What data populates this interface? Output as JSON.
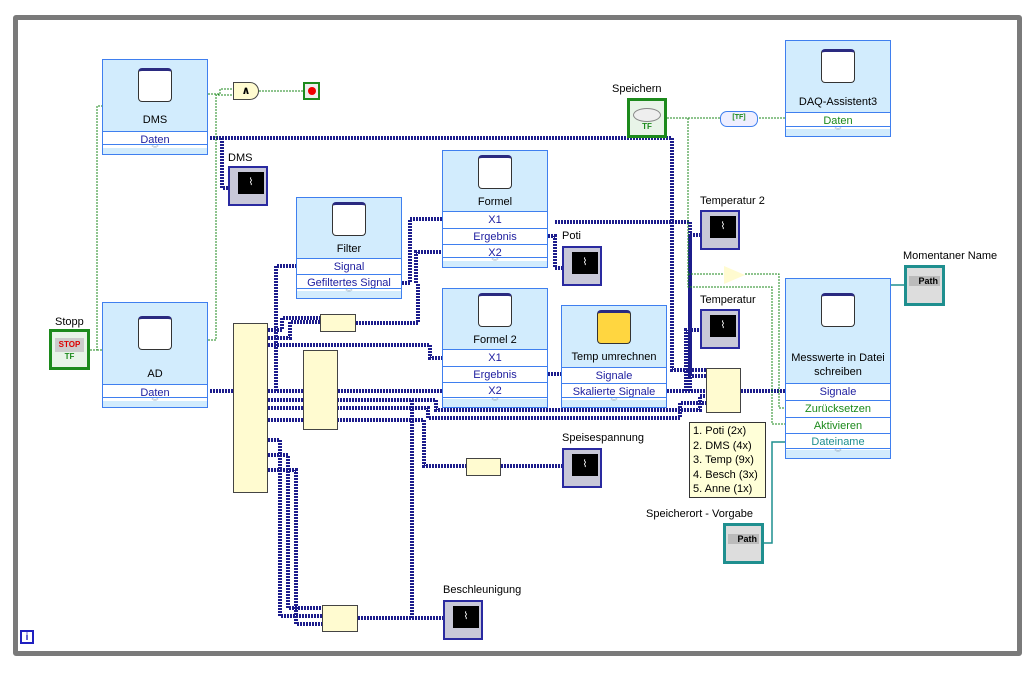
{
  "express_vis": [
    {
      "id": "dms",
      "title": "DMS",
      "terminals": [
        "Daten"
      ]
    },
    {
      "id": "ad",
      "title": "AD",
      "terminals": [
        "Daten"
      ]
    },
    {
      "id": "filter",
      "title": "Filter",
      "terminals": [
        "Signal",
        "Gefiltertes Signal"
      ]
    },
    {
      "id": "formel",
      "title": "Formel",
      "terminals": [
        "X1",
        "Ergebnis",
        "X2"
      ]
    },
    {
      "id": "formel2",
      "title": "Formel 2",
      "terminals": [
        "X1",
        "Ergebnis",
        "X2"
      ]
    },
    {
      "id": "temp",
      "title": "Temp umrechnen",
      "terminals": [
        "Signale",
        "Skalierte Signale"
      ]
    },
    {
      "id": "daq3",
      "title": "DAQ-Assistent3",
      "terminals": [
        "Daten"
      ]
    },
    {
      "id": "write",
      "title": "Messwerte in Datei schreiben",
      "terminals": [
        "Signale",
        "Zurücksetzen",
        "Aktivieren",
        "Dateiname"
      ]
    }
  ],
  "graphs": {
    "dms": "DMS",
    "poti": "Poti",
    "temperatur2": "Temperatur 2",
    "temperatur": "Temperatur",
    "speisespannung": "Speisespannung",
    "beschleunigung": "Beschleunigung"
  },
  "controls": {
    "stopp": "Stopp",
    "stop_text": "STOP",
    "tf": "TF",
    "speichern": "Speichern",
    "momentaner_name": "Momentaner Name",
    "speicherort": "Speicherort - Vorgabe",
    "path": "Path"
  },
  "comment": [
    "1. Poti (2x)",
    "2. DMS (4x)",
    "3. Temp (9x)",
    "4. Besch (3x)",
    "5. Anne (1x)"
  ],
  "misc": {
    "and_symbol": "∧",
    "info": "i",
    "conv_text": "[TF]"
  },
  "colors": {
    "signal_wire": "#1c1c8c",
    "bool_wire": "#1c8a1c",
    "path_wire": "#1f8f8f",
    "express_bg": "#d2ecfd",
    "express_border": "#3f7fef"
  }
}
